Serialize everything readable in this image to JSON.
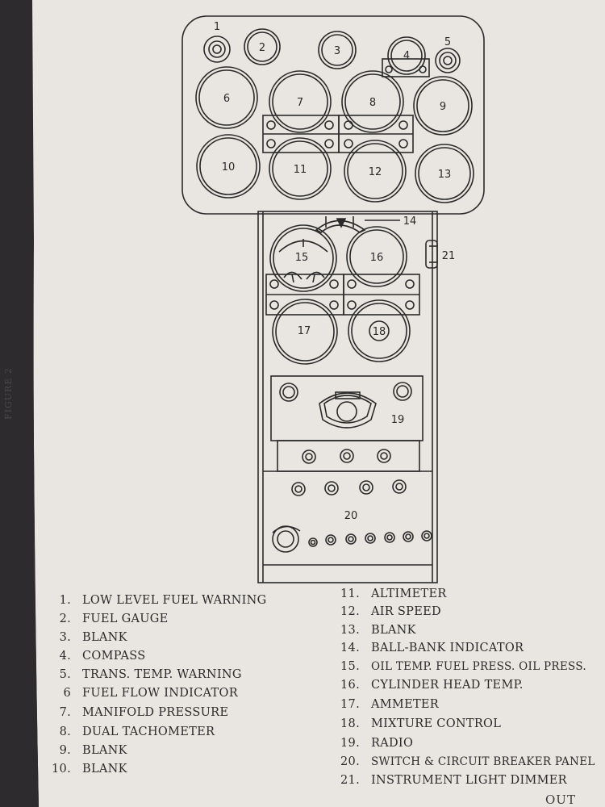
{
  "diagram": {
    "callouts": [
      "1",
      "2",
      "3",
      "4",
      "5",
      "6",
      "7",
      "8",
      "9",
      "10",
      "11",
      "12",
      "13",
      "14",
      "15",
      "16",
      "17",
      "18",
      "19",
      "20",
      "21"
    ]
  },
  "legend": {
    "left": [
      {
        "num": "1.",
        "label": "LOW LEVEL FUEL WARNING"
      },
      {
        "num": "2.",
        "label": "FUEL GAUGE"
      },
      {
        "num": "3.",
        "label": "BLANK"
      },
      {
        "num": "4.",
        "label": "COMPASS"
      },
      {
        "num": "5.",
        "label": "TRANS. TEMP. WARNING"
      },
      {
        "num": "6",
        "label": "FUEL FLOW INDICATOR"
      },
      {
        "num": "7.",
        "label": "MANIFOLD PRESSURE"
      },
      {
        "num": "8.",
        "label": "DUAL TACHOMETER"
      },
      {
        "num": "9.",
        "label": "BLANK"
      },
      {
        "num": "10.",
        "label": "BLANK"
      }
    ],
    "right": [
      {
        "num": "11.",
        "label": "ALTIMETER"
      },
      {
        "num": "12.",
        "label": "AIR SPEED"
      },
      {
        "num": "13.",
        "label": "BLANK"
      },
      {
        "num": "14.",
        "label": "BALL-BANK INDICATOR"
      },
      {
        "num": "15.",
        "label": "OIL TEMP. FUEL PRESS. OIL PRESS."
      },
      {
        "num": "16.",
        "label": "CYLINDER HEAD TEMP."
      },
      {
        "num": "17.",
        "label": "AMMETER"
      },
      {
        "num": "18.",
        "label": "MIXTURE CONTROL"
      },
      {
        "num": "19.",
        "label": "RADIO"
      },
      {
        "num": "20.",
        "label": "SWITCH & CIRCUIT BREAKER PANEL"
      },
      {
        "num": "21.",
        "label": "INSTRUMENT LIGHT DIMMER"
      }
    ]
  },
  "side_caption": "FIGURE 2",
  "corner_text": "OUT",
  "colors": {
    "paper": "#e9e6e1",
    "ink": "#2a2a2a",
    "background": "#2b2a2c"
  }
}
